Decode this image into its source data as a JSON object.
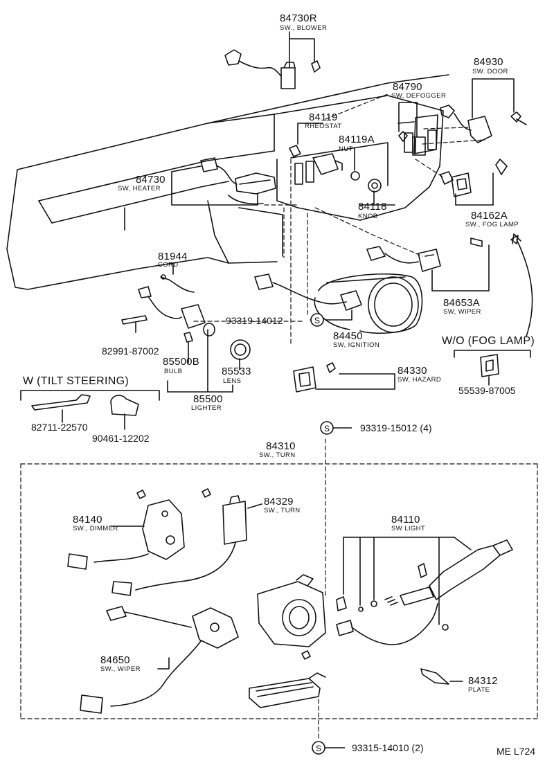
{
  "diagram": {
    "sheet_code": "ME L724",
    "headings": {
      "without_fog_lamp": "W/O (FOG LAMP)",
      "with_tilt_steering": "W (TILT STEERING)"
    },
    "parts": [
      {
        "id": "p84730R",
        "number": "84730R",
        "name": "SW., BLOWER"
      },
      {
        "id": "p84930",
        "number": "84930",
        "name": "SW. DOOR"
      },
      {
        "id": "p84790",
        "number": "84790",
        "name": "SW, DEFOGGER"
      },
      {
        "id": "p84119",
        "number": "84119",
        "name": "RHEOSTAT"
      },
      {
        "id": "p84119A",
        "number": "84119A",
        "name": "NUT"
      },
      {
        "id": "p84730",
        "number": "84730",
        "name": "SW, HEATER"
      },
      {
        "id": "p84118",
        "number": "84118",
        "name": "KNOB"
      },
      {
        "id": "p84162A",
        "number": "84162A",
        "name": "SW., FOG LAMP"
      },
      {
        "id": "p81944",
        "number": "81944",
        "name": "CORD"
      },
      {
        "id": "p84653A",
        "number": "84653A",
        "name": "SW, WIPER"
      },
      {
        "id": "p93319_14012",
        "number": "93319-14012",
        "name": ""
      },
      {
        "id": "p84450",
        "number": "84450",
        "name": "SW, IGNITION"
      },
      {
        "id": "p82991",
        "number": "82991-87002",
        "name": ""
      },
      {
        "id": "p85500B",
        "number": "85500B",
        "name": "BULB"
      },
      {
        "id": "p85533",
        "number": "85533",
        "name": "LENS"
      },
      {
        "id": "p85500",
        "number": "85500",
        "name": "LIGHTER"
      },
      {
        "id": "p84330",
        "number": "84330",
        "name": "SW, HAZARD"
      },
      {
        "id": "p55539",
        "number": "55539-87005",
        "name": ""
      },
      {
        "id": "p82711",
        "number": "82711-22570",
        "name": ""
      },
      {
        "id": "p90461",
        "number": "90461-12202",
        "name": ""
      },
      {
        "id": "p84310",
        "number": "84310",
        "name": "SW., TURN"
      },
      {
        "id": "p84329",
        "number": "84329",
        "name": "SW., TURN"
      },
      {
        "id": "p84140",
        "number": "84140",
        "name": "SW., DIMMER"
      },
      {
        "id": "p84110",
        "number": "84110",
        "name": "SW  LIGHT"
      },
      {
        "id": "p84650",
        "number": "84650",
        "name": "SW., WIPER"
      },
      {
        "id": "p84312",
        "number": "84312",
        "name": "PLATE"
      }
    ],
    "standard_parts": [
      {
        "id": "s93319_15012",
        "symbol": "S",
        "number": "93319-15012 (4)"
      },
      {
        "id": "s93315_14010",
        "symbol": "S",
        "number": "93315-14010 (2)"
      },
      {
        "id": "s93319_14012",
        "symbol": "S"
      }
    ]
  }
}
